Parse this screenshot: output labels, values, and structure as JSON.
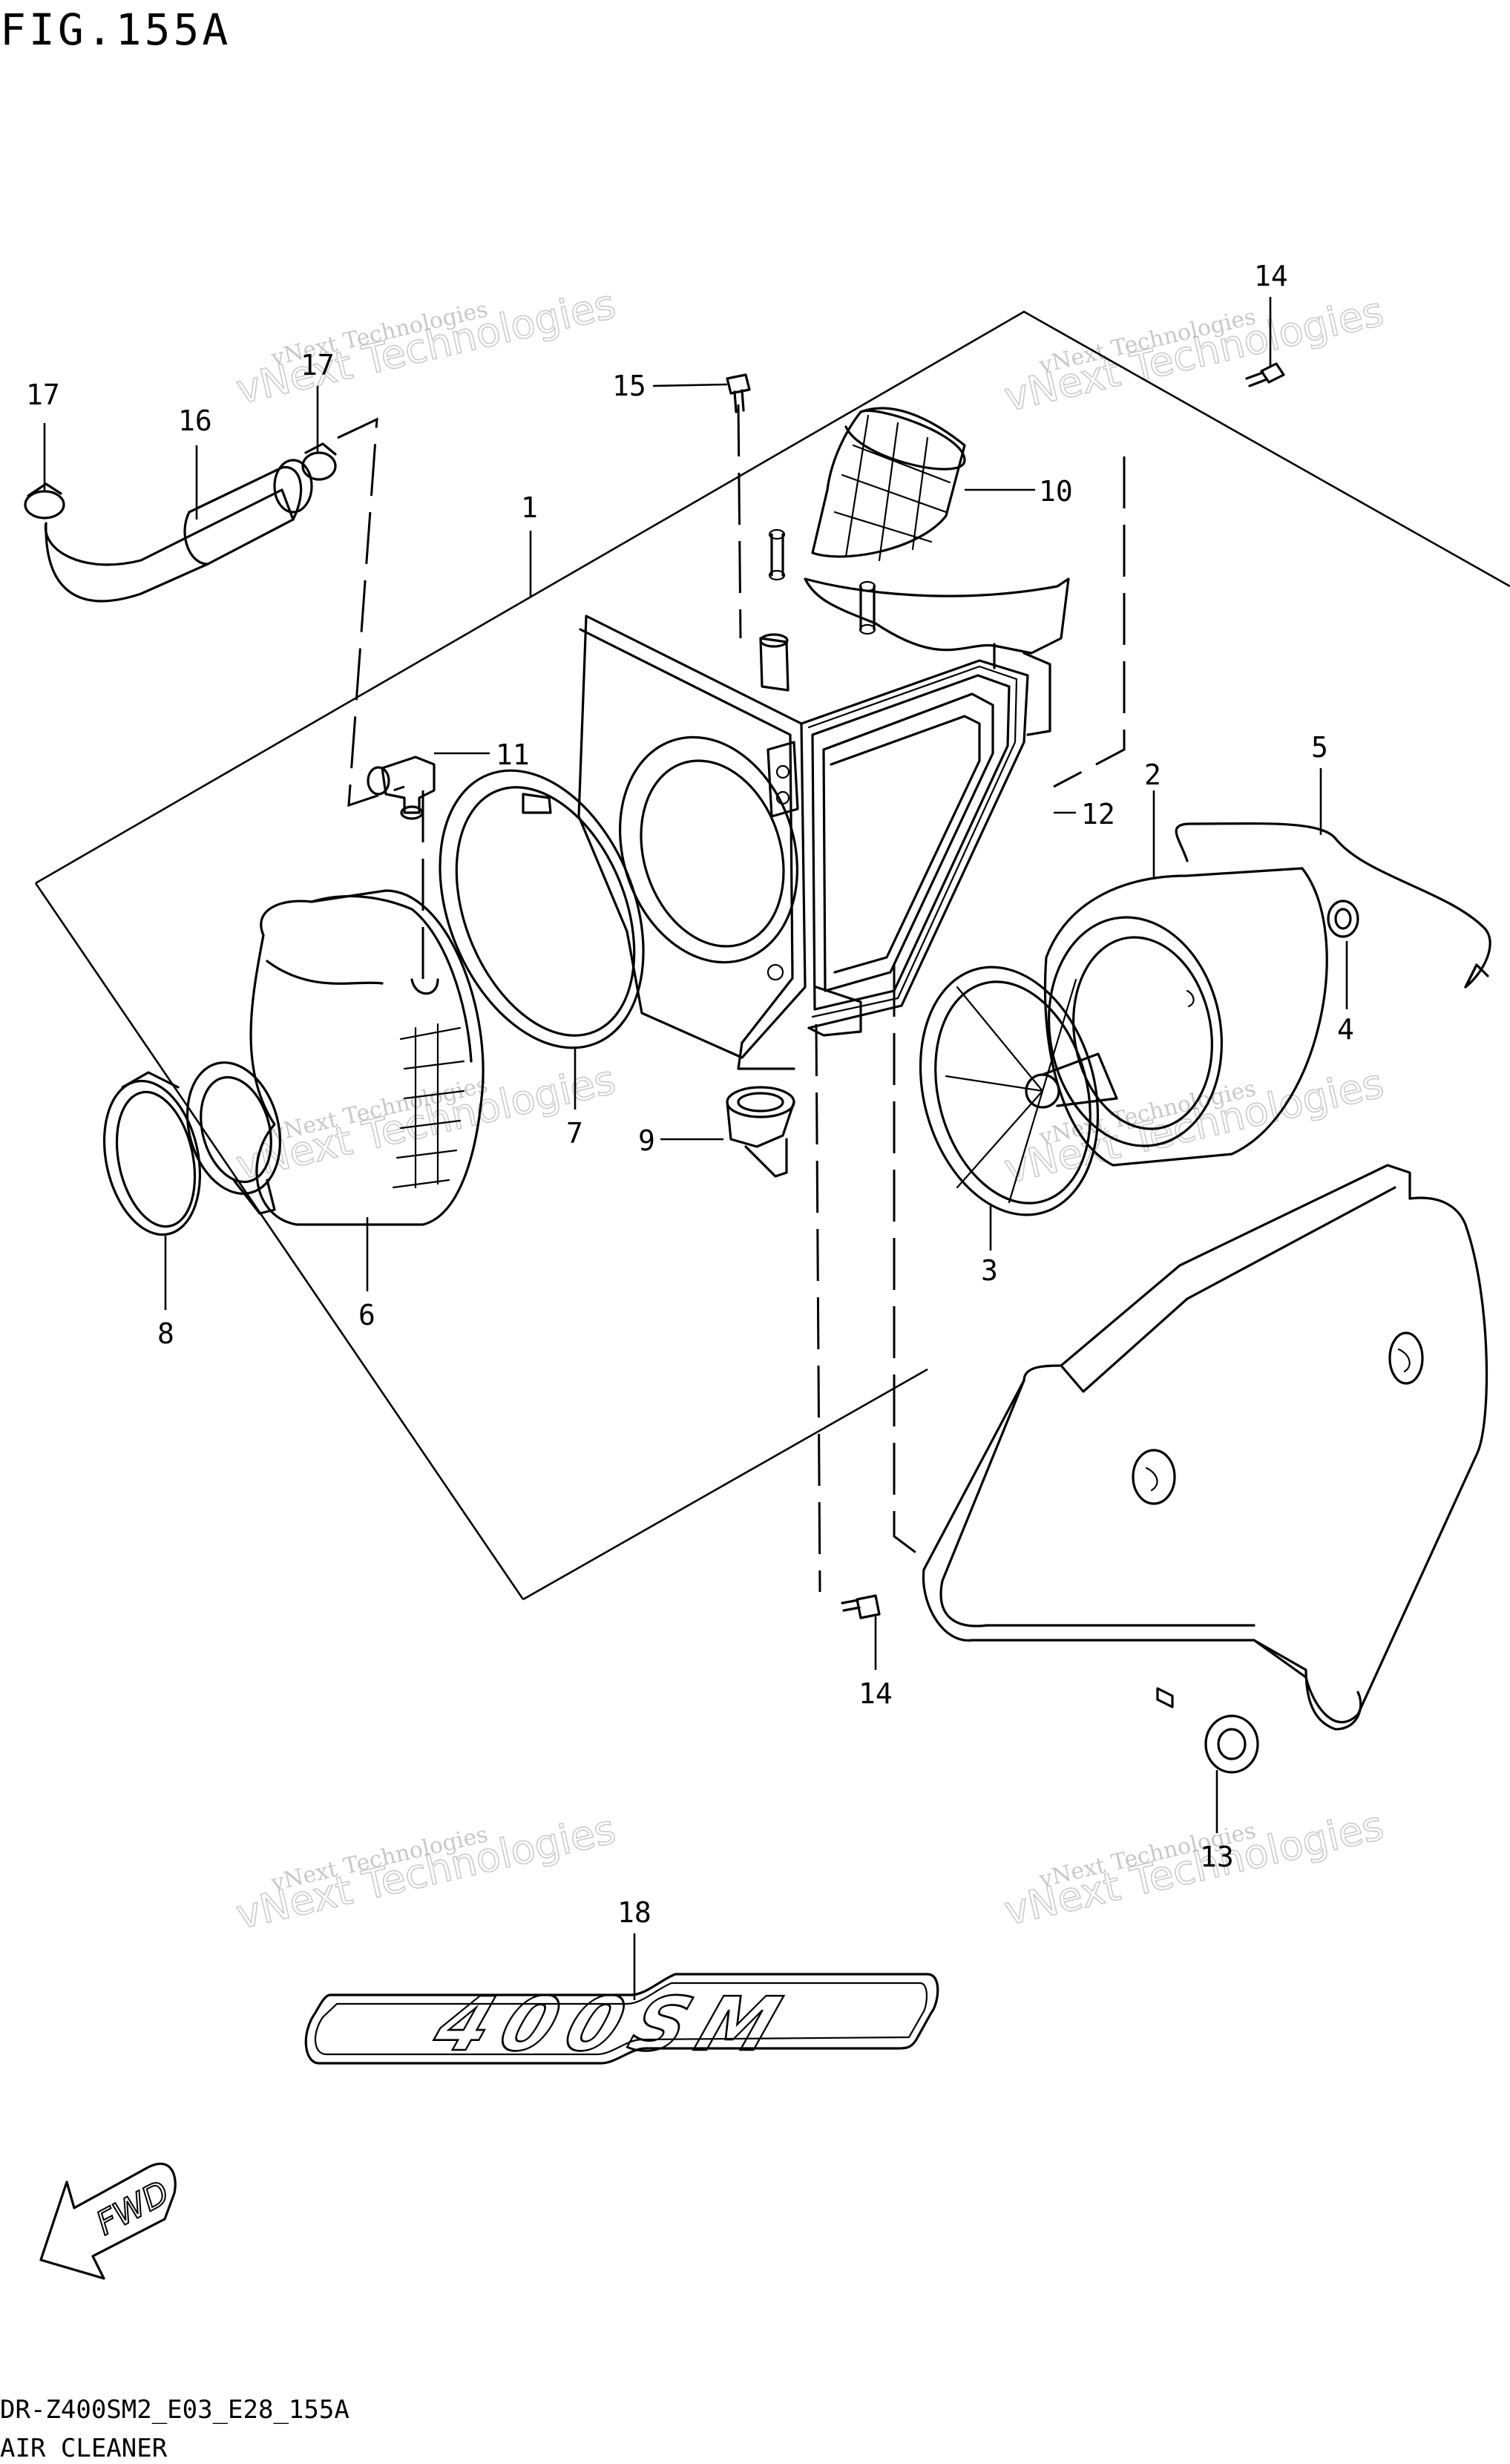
{
  "header": {
    "title": "FIG.155A"
  },
  "footer": {
    "model_code": "DR-Z400SM2_E03_E28_155A",
    "section_name": "AIR CLEANER"
  },
  "watermark": {
    "line1": "vNext Technologies",
    "line2": "vNext Technologies"
  },
  "emblem": {
    "text": "400SM"
  },
  "fwd_arrow": {
    "text": "FWD"
  },
  "callouts": [
    {
      "ref": "1"
    },
    {
      "ref": "2"
    },
    {
      "ref": "3"
    },
    {
      "ref": "4"
    },
    {
      "ref": "5"
    },
    {
      "ref": "6"
    },
    {
      "ref": "7"
    },
    {
      "ref": "8"
    },
    {
      "ref": "9"
    },
    {
      "ref": "10"
    },
    {
      "ref": "11"
    },
    {
      "ref": "12"
    },
    {
      "ref": "13"
    },
    {
      "ref": "14"
    },
    {
      "ref": "14"
    },
    {
      "ref": "15"
    },
    {
      "ref": "16"
    },
    {
      "ref": "17"
    },
    {
      "ref": "17"
    },
    {
      "ref": "18"
    }
  ]
}
